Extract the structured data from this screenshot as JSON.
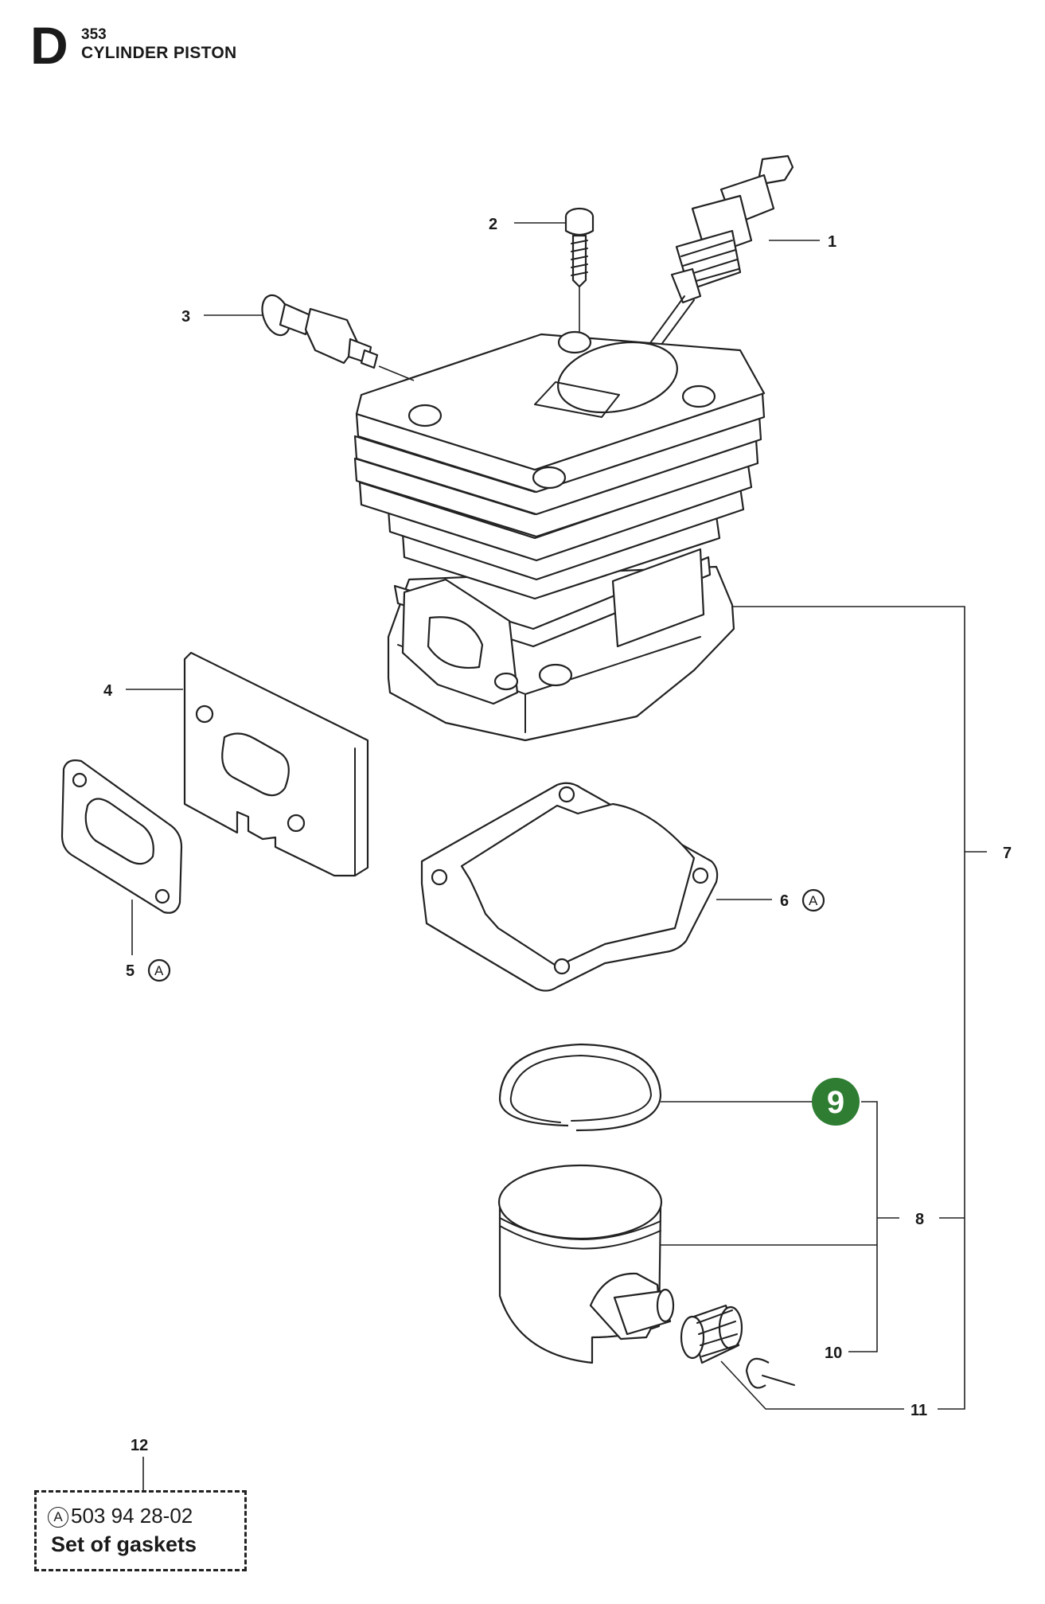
{
  "header": {
    "section_letter": "D",
    "model": "353",
    "title": "CYLINDER PISTON"
  },
  "callouts": [
    {
      "id": "1",
      "label": "1"
    },
    {
      "id": "2",
      "label": "2"
    },
    {
      "id": "3",
      "label": "3"
    },
    {
      "id": "4",
      "label": "4"
    },
    {
      "id": "5",
      "label": "5",
      "kit_mark": "A"
    },
    {
      "id": "6",
      "label": "6",
      "kit_mark": "A"
    },
    {
      "id": "7",
      "label": "7"
    },
    {
      "id": "8",
      "label": "8"
    },
    {
      "id": "9",
      "label": "9"
    },
    {
      "id": "10",
      "label": "10"
    },
    {
      "id": "11",
      "label": "11"
    },
    {
      "id": "12",
      "label": "12"
    }
  ],
  "highlight": {
    "label": "9",
    "color": "#2e7d32"
  },
  "kit": {
    "mark": "A",
    "part_number": "503 94 28-02",
    "description": "Set of gaskets"
  }
}
